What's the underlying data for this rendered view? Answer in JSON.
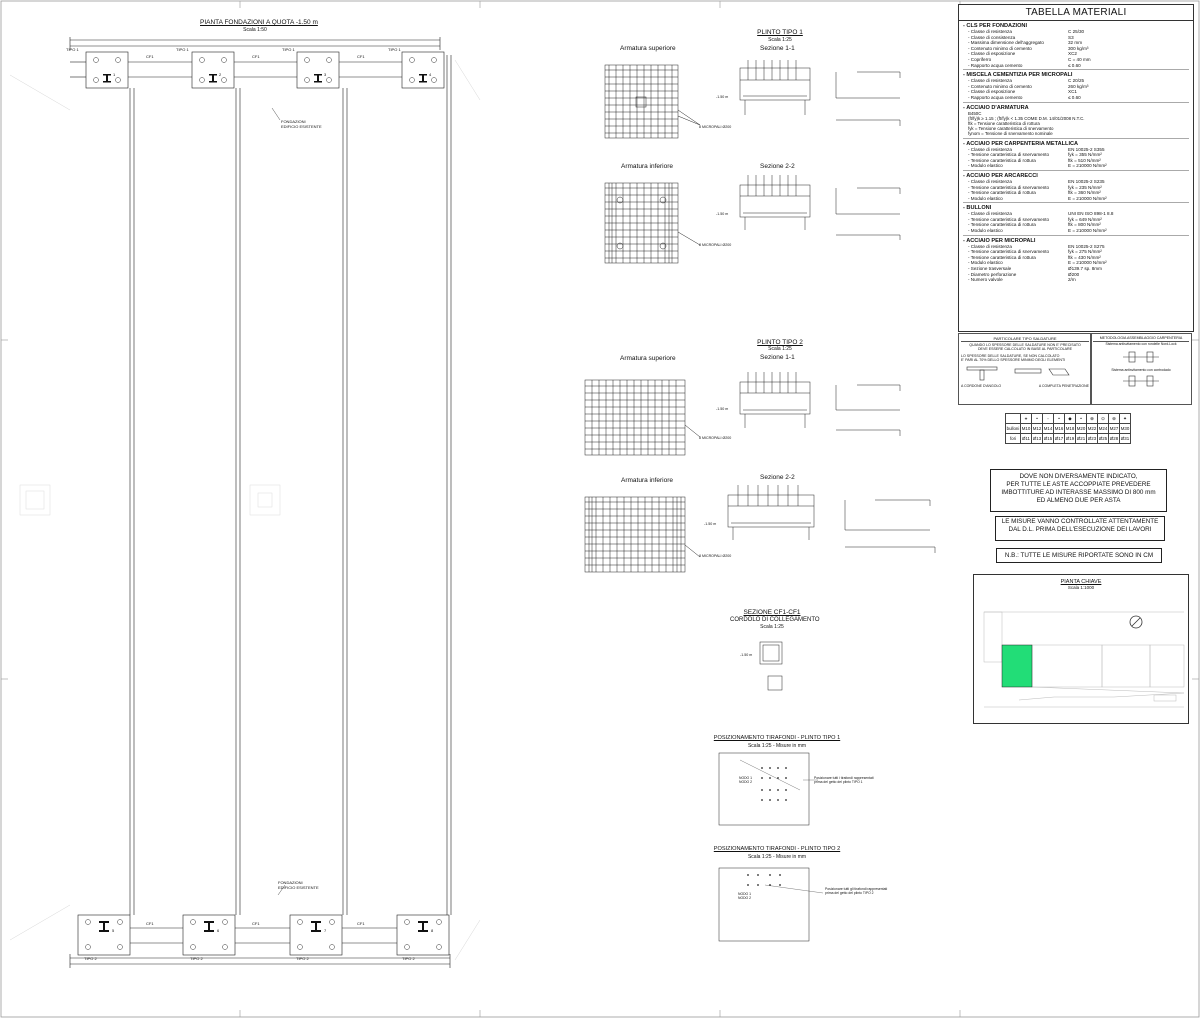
{
  "plan": {
    "title": "PIANTA FONDAZIONI A QUOTA -1.50 m",
    "scale": "Scala 1:50",
    "tipo_top": [
      "TIPO 1",
      "TIPO 1",
      "TIPO 1",
      "TIPO 1"
    ],
    "tipo_bottom": [
      "TIPO 2",
      "TIPO 2",
      "TIPO 2",
      "TIPO 2"
    ],
    "beam_label": "CF1",
    "fondazioni": "FONDAZIONI\nEDIFICIO ESISTENTE",
    "numbers_top": [
      "1",
      "2",
      "3",
      "4"
    ],
    "numbers_bottom": [
      "5",
      "6",
      "7",
      "8"
    ]
  },
  "plinto1": {
    "title": "PLINTO TIPO 1",
    "scale": "Scala 1:25",
    "sezione_1": "Sezione 1-1",
    "sezione_2": "Sezione 2-2",
    "armatura_sup": "Armatura superiore",
    "armatura_inf": "Armatura inferiore",
    "micropali": "8 MICROPALI Ø200",
    "quota": "-1.50 m"
  },
  "plinto2": {
    "title": "PLINTO TIPO 2",
    "scale": "Scala 1:25",
    "sezione_1": "Sezione 1-1",
    "sezione_2": "Sezione 2-2",
    "armatura_sup": "Armatura superiore",
    "armatura_inf": "Armatura inferiore",
    "micropali": "8 MICROPALI Ø200",
    "quota": "-1.50 m"
  },
  "cordolo": {
    "title": "SEZIONE CF1-CF1",
    "subtitle": "CORDOLO DI COLLEGAMENTO",
    "scale": "Scala 1:25",
    "quota": "-1.50 m"
  },
  "tirafondi1": {
    "title": "POSIZIONAMENTO TIRAFONDI - PLINTO TIPO 1",
    "scale": "Scala 1:25 - Misure in mm",
    "note": "Posizionare tutti i tirafondi rappresentati\nprima del getto del plinto TIPO 1",
    "nodo": "NODO 1\nNODO 2"
  },
  "tirafondi2": {
    "title": "POSIZIONAMENTO TIRAFONDI - PLINTO TIPO 2",
    "scale": "Scala 1:25 - Misure in mm",
    "note": "Posizionare tutti gli tirafondi rappresentati\nprima del getto del plinto TIPO 2",
    "nodo": "NODO 1\nNODO 2"
  },
  "materials": {
    "title": "TABELLA MATERIALI",
    "groups": [
      {
        "name": "- CLS PER FONDAZIONI",
        "rows": [
          [
            "- Classe di resistenza",
            "C 25/30"
          ],
          [
            "- Classe di consistenza",
            "S3"
          ],
          [
            "- Massima dimensione dell'aggregato",
            "32 mm"
          ],
          [
            "- Contenuto minimo di cemento",
            "300 kg/m³"
          ],
          [
            "- Classe di esposizione",
            "XC2"
          ],
          [
            "- Copriferro",
            "C = 40 mm"
          ],
          [
            "- Rapporto acqua cemento",
            "≤ 0.60"
          ]
        ]
      },
      {
        "name": "- MISCELA CEMENTIZIA PER MICROPALI",
        "rows": [
          [
            "- Classe di resistenza",
            "C 20/25"
          ],
          [
            "- Contenuto minimo di cemento",
            "260 kg/m³"
          ],
          [
            "- Classe di esposizione",
            "XC1"
          ],
          [
            "- Rapporto acqua cemento",
            "≤ 0.60"
          ]
        ]
      },
      {
        "name": "- ACCIAIO D'ARMATURA",
        "rows": [],
        "notes": [
          "B450C",
          "(ft/fy)k ≥ 1.15 ; (ft/fy)k < 1.35 COME D.M. 14/01/2008 N.T.C.",
          "ftk = Tensione caratteristica di rottura",
          "fyk = Tensione caratteristica di snervamento",
          "fynom = Tensione di snervamento nominale"
        ]
      },
      {
        "name": "- ACCIAIO PER CARPENTERIA METALLICA",
        "rows": [
          [
            "- Classe di resistenza",
            "EN 10025-2 S355"
          ],
          [
            "- Tensione caratteristica di snervamento",
            "fyk = 355 N/mm²"
          ],
          [
            "- Tensione caratteristica di rottura",
            "ftk = 510 N/mm²"
          ],
          [
            "- Modulo elastico",
            "E = 210000 N/mm²"
          ]
        ]
      },
      {
        "name": "- ACCIAIO PER ARCARECCI",
        "rows": [
          [
            "- Classe di resistenza",
            "EN 10025-2 S235"
          ],
          [
            "- Tensione caratteristica di snervamento",
            "fyk = 235 N/mm²"
          ],
          [
            "- Tensione caratteristica di rottura",
            "ftk = 360 N/mm²"
          ],
          [
            "- Modulo elastico",
            "E = 210000 N/mm²"
          ]
        ]
      },
      {
        "name": "- BULLONI",
        "rows": [
          [
            "- Classe di resistenza",
            "UNI EN ISO 898-1 8.8"
          ],
          [
            "- Tensione caratteristica di snervamento",
            "fyk = 649 N/mm²"
          ],
          [
            "- Tensione caratteristica di rottura",
            "ftk = 800 N/mm²"
          ],
          [
            "- Modulo elastico",
            "E = 210000 N/mm²"
          ]
        ]
      },
      {
        "name": "- ACCIAIO PER MICROPALI",
        "rows": [
          [
            "- Classe di resistenza",
            "EN 10025-2 S275"
          ],
          [
            "- Tensione caratteristica di snervamento",
            "fyk = 275 N/mm²"
          ],
          [
            "- Tensione caratteristica di rottura",
            "ftk = 430 N/mm²"
          ],
          [
            "- Modulo elastico",
            "E = 210000 N/mm²"
          ],
          [
            "- Sezione trasversale",
            "Ø139.7 sp. 8mm"
          ],
          [
            "- Diametro perforazione",
            "Ø200"
          ],
          [
            "- Numero valvole",
            "2/m"
          ]
        ]
      }
    ]
  },
  "details": {
    "left_title": "PARTICOLARE TIPO SALDATURE",
    "left_text1": "QUANDO LO SPESSORE DELLE SALDATURE NON E' PRECISATO\nDEVE ESSERE CALCOLATO IN BASE AL PARTICOLARE",
    "left_text2": "LO SPESSORE DELLE SALDATURE, SE NON CALCOLATO\nE' PARI AL 70% DELLO SPESSORE MINIMO DEGLI ELEMENTI",
    "left_foot1": "A CORDONE D'ANGOLO",
    "left_foot2": "A COMPLETA PENETRAZIONE",
    "right_title": "METODOLOGIA ASSEMBLAGGIO CARPENTERIA",
    "right_text1": "Sistema antisvitamento con rondelle Nord-Lock",
    "right_text2": "Sistema antisvitamento con controdado"
  },
  "bolt_table": {
    "row1_label": "bulloni",
    "row1": [
      "M10",
      "M12",
      "M14",
      "M16",
      "M18",
      "M20",
      "M22",
      "M24",
      "M27",
      "M30"
    ],
    "row2_label": "fori",
    "row2": [
      "Ø11",
      "Ø13",
      "Ø15",
      "Ø17",
      "Ø19",
      "Ø21",
      "Ø23",
      "Ø25",
      "Ø28",
      "Ø31"
    ]
  },
  "notes": {
    "n1": "DOVE NON DIVERSAMENTE INDICATO,\nPER TUTTE LE ASTE ACCOPPIATE PREVEDERE\nIMBOTTITURE AD INTERASSE MASSIMO DI 800 mm\nED ALMENO DUE PER ASTA",
    "n2": "LE MISURE VANNO CONTROLLATE ATTENTAMENTE\nDAL D.L. PRIMA DELL'ESECUZIONE DEI LAVORI",
    "n3": "N.B.: TUTTE LE MISURE RIPORTATE SONO IN CM"
  },
  "key_plan": {
    "title": "PIANTA CHIAVE",
    "scale": "Scala 1:1000",
    "highlight_color": "#22dd77"
  }
}
